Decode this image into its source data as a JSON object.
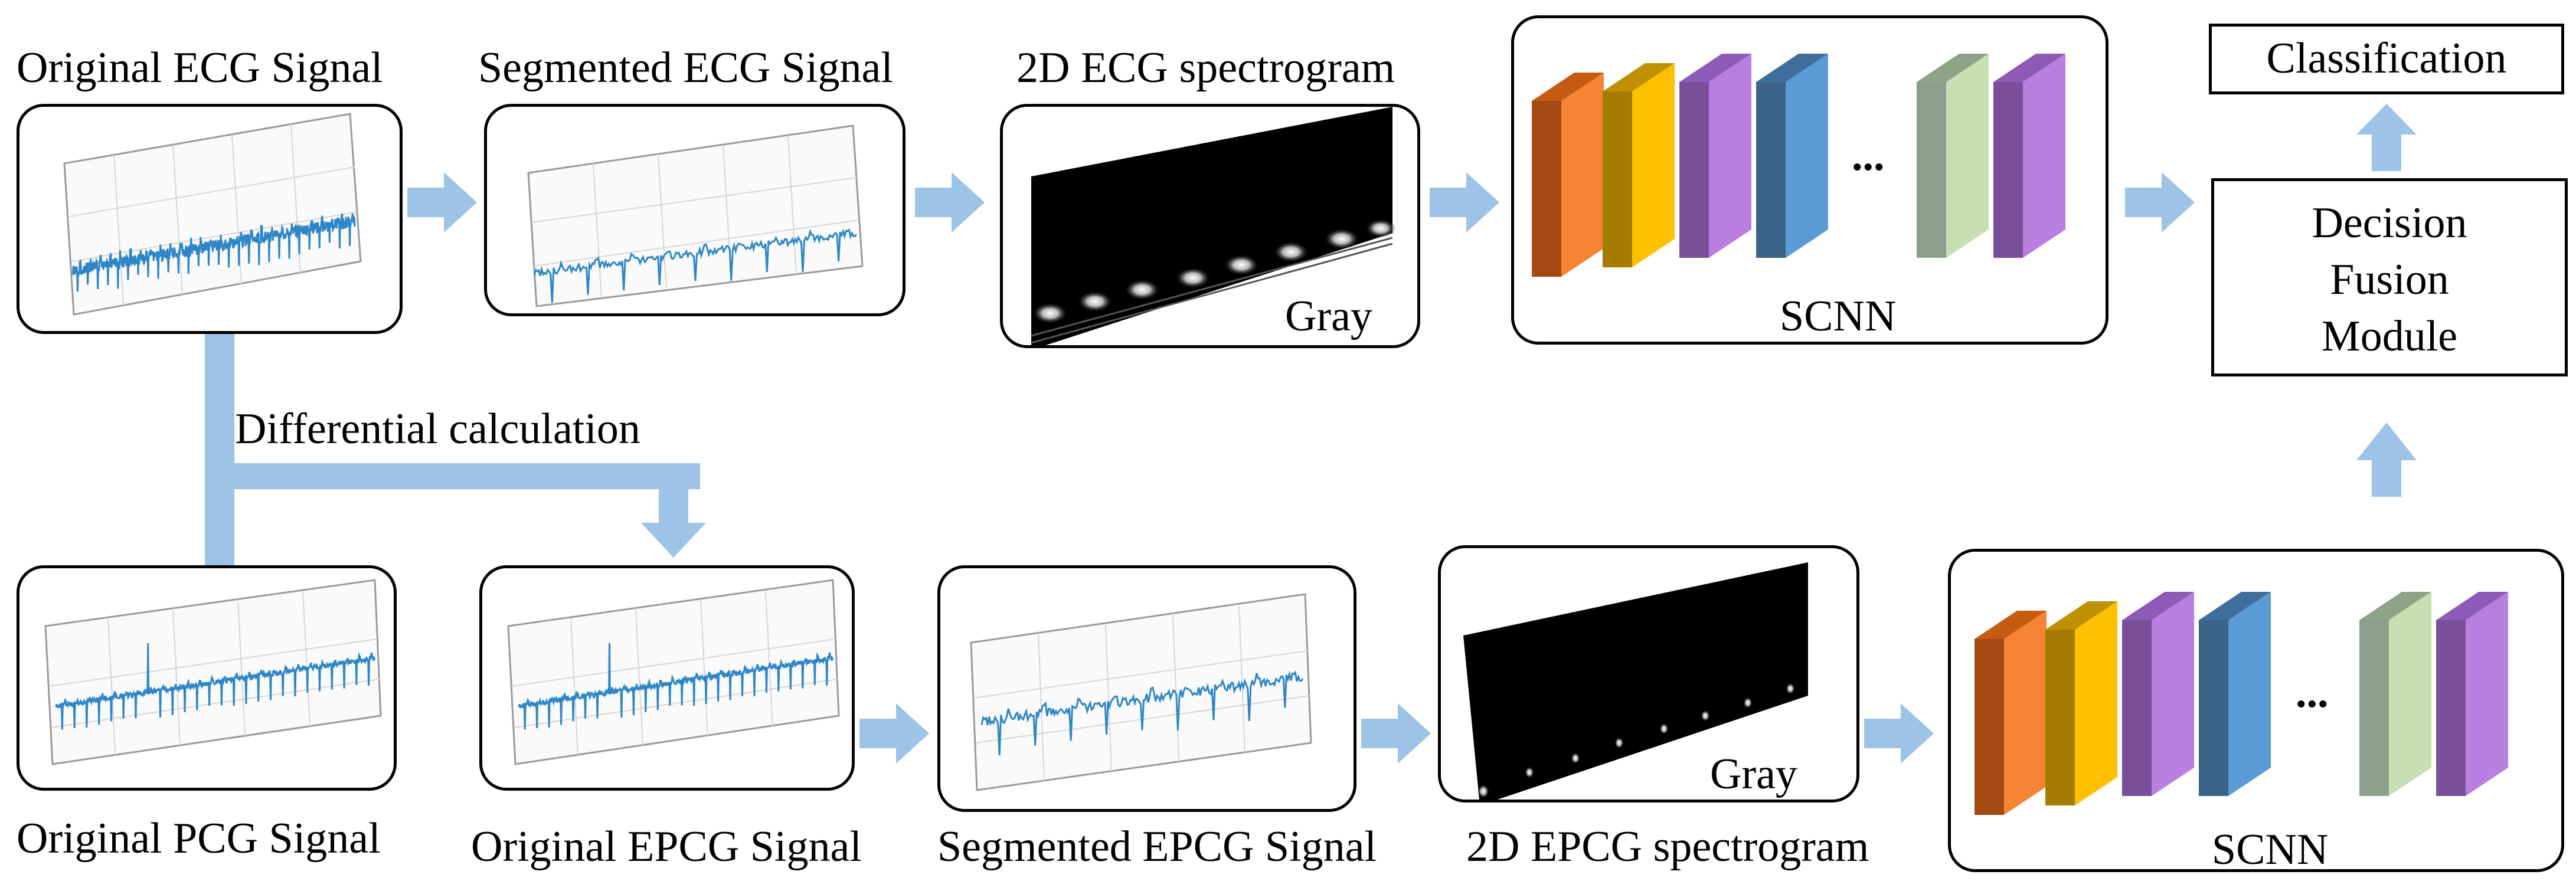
{
  "top_row": {
    "original_ecg_label": "Original ECG Signal",
    "segmented_ecg_label": "Segmented ECG Signal",
    "spectrogram_label": "2D ECG spectrogram",
    "spectrogram_gray_label": "Gray",
    "scnn_label": "SCNN",
    "scnn_ellipsis": "..."
  },
  "bottom_row": {
    "original_pcg_label": "Original PCG Signal",
    "original_epcg_label": "Original EPCG Signal",
    "segmented_epcg_label": "Segmented EPCG Signal",
    "spectrogram_label": "2D EPCG spectrogram",
    "spectrogram_gray_label": "Gray",
    "scnn_label": "SCNN",
    "scnn_ellipsis": "..."
  },
  "differential_label": "Differential calculation",
  "classification_label": "Classification",
  "fusion_module": {
    "line1": "Decision",
    "line2": "Fusion",
    "line3": "Module"
  },
  "colors": {
    "arrow": "#9DC3E6",
    "signal": "#2E86C8",
    "layer_orange": "#F58434",
    "layer_gold": "#FFC000",
    "layer_purple": "#B97FE0",
    "layer_blue": "#5B9BD5",
    "layer_green": "#C6E0B4"
  }
}
